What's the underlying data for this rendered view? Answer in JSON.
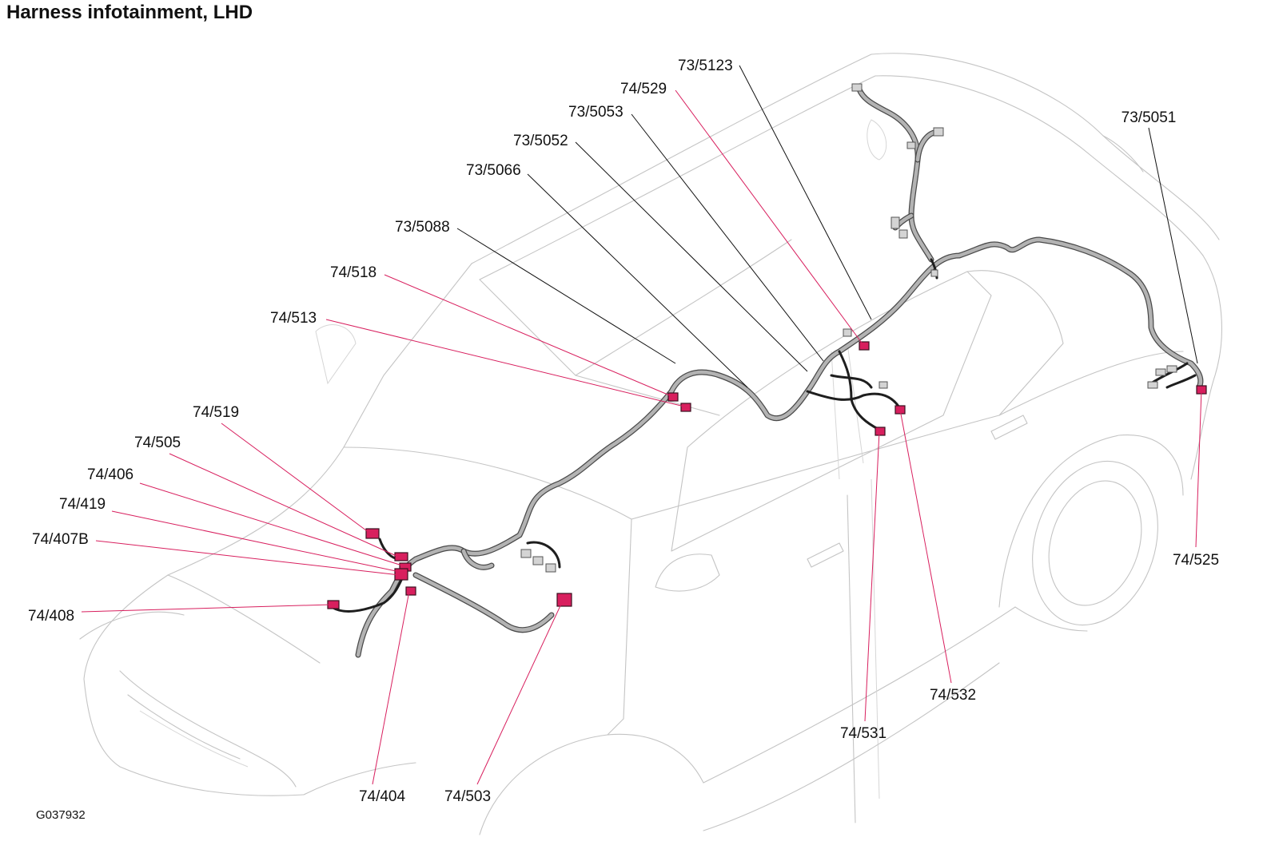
{
  "title": "Harness infotainment, LHD",
  "figure_code": "G037932",
  "colors": {
    "callout_red": "#d81f5e",
    "callout_black": "#111111",
    "car_outline": "#c4c4c4",
    "harness_fill": "#b3b3b3",
    "harness_edge": "#4a4a4a",
    "connector_red": "#d81f5e"
  },
  "callouts": [
    {
      "id": "73/5123",
      "label": "73/5123",
      "line_color": "black"
    },
    {
      "id": "74/529",
      "label": "74/529",
      "line_color": "red"
    },
    {
      "id": "73/5053",
      "label": "73/5053",
      "line_color": "black"
    },
    {
      "id": "73/5052",
      "label": "73/5052",
      "line_color": "black"
    },
    {
      "id": "73/5066",
      "label": "73/5066",
      "line_color": "black"
    },
    {
      "id": "73/5088",
      "label": "73/5088",
      "line_color": "black"
    },
    {
      "id": "74/518",
      "label": "74/518",
      "line_color": "red"
    },
    {
      "id": "74/513",
      "label": "74/513",
      "line_color": "red"
    },
    {
      "id": "74/519",
      "label": "74/519",
      "line_color": "red"
    },
    {
      "id": "74/505",
      "label": "74/505",
      "line_color": "red"
    },
    {
      "id": "74/406",
      "label": "74/406",
      "line_color": "red"
    },
    {
      "id": "74/419",
      "label": "74/419",
      "line_color": "red"
    },
    {
      "id": "74/407B",
      "label": "74/407B",
      "line_color": "red"
    },
    {
      "id": "74/408",
      "label": "74/408",
      "line_color": "red"
    },
    {
      "id": "74/404",
      "label": "74/404",
      "line_color": "red"
    },
    {
      "id": "74/503",
      "label": "74/503",
      "line_color": "red"
    },
    {
      "id": "74/531",
      "label": "74/531",
      "line_color": "red"
    },
    {
      "id": "74/532",
      "label": "74/532",
      "line_color": "red"
    },
    {
      "id": "73/5051",
      "label": "73/5051",
      "line_color": "black"
    },
    {
      "id": "74/525",
      "label": "74/525",
      "line_color": "red"
    }
  ]
}
